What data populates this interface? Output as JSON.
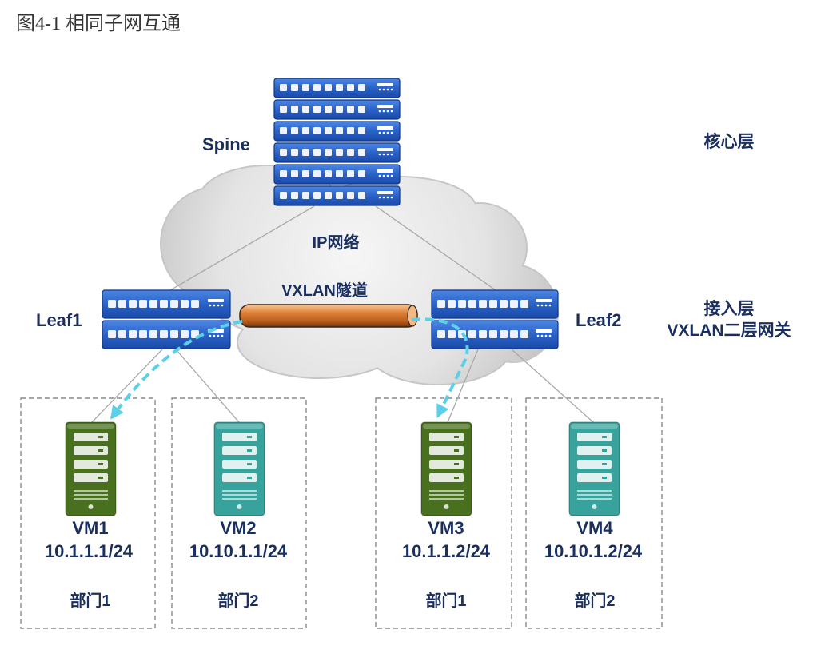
{
  "title": "图4-1 相同子网互通",
  "layers": {
    "core": "核心层",
    "access": "接入层",
    "access_gateway": "VXLAN二层网关"
  },
  "network": {
    "cloud": "IP网络",
    "tunnel": "VXLAN隧道"
  },
  "devices": {
    "spine": "Spine",
    "leaf1": "Leaf1",
    "leaf2": "Leaf2"
  },
  "vms": [
    {
      "name": "VM1",
      "ip": "10.1.1.1/24",
      "dept": "部门1",
      "color": "#48701e"
    },
    {
      "name": "VM2",
      "ip": "10.10.1.1/24",
      "dept": "部门2",
      "color": "#38a39c"
    },
    {
      "name": "VM3",
      "ip": "10.1.1.2/24",
      "dept": "部门1",
      "color": "#48701e"
    },
    {
      "name": "VM4",
      "ip": "10.10.1.2/24",
      "dept": "部门2",
      "color": "#38a39c"
    }
  ],
  "colors": {
    "label": "#1b2f5e",
    "title": "#333333",
    "switch": "#2a62c8",
    "tunnel_pipe": "#e0843a",
    "tunnel_path": "#5bd0e8",
    "link": "#a8a8a8"
  }
}
